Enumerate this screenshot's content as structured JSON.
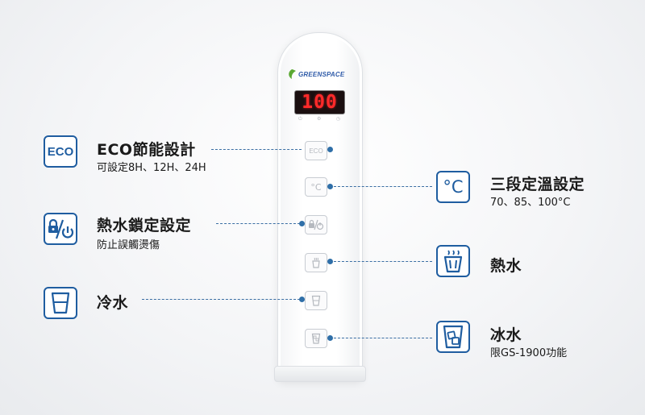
{
  "brand": {
    "name": "GREENSPACE",
    "leaf_color": "#5aa832",
    "text_color": "#2e5aa8"
  },
  "display": {
    "value": "100",
    "color": "#ff2a2a"
  },
  "panel": {
    "buttons": [
      {
        "name": "eco",
        "label": "ECO"
      },
      {
        "name": "celsius",
        "label": "°C"
      },
      {
        "name": "lock",
        "label": ""
      },
      {
        "name": "hot",
        "label": ""
      },
      {
        "name": "cold",
        "label": ""
      },
      {
        "name": "ice",
        "label": ""
      }
    ]
  },
  "features": {
    "eco": {
      "icon_label": "ECO",
      "title": "ECO節能設計",
      "subtitle": "可設定8H、12H、24H"
    },
    "lock": {
      "title": "熱水鎖定設定",
      "subtitle": "防止誤觸燙傷"
    },
    "cold": {
      "title": "冷水"
    },
    "temp": {
      "icon_label": "°C",
      "title": "三段定溫設定",
      "subtitle": "70、85、100°C"
    },
    "hot": {
      "title": "熱水"
    },
    "ice": {
      "title": "冰水",
      "subtitle": "限GS-1900功能"
    }
  },
  "colors": {
    "accent": "#1f5da0",
    "connector": "#3a6ea3"
  }
}
